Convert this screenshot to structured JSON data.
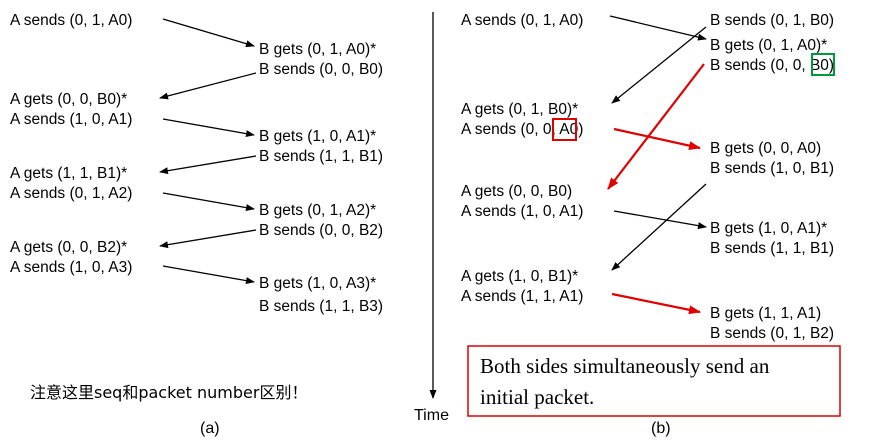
{
  "panel_a": {
    "caption": "(a)",
    "note": "注意这里seq和packet number区别！",
    "labels": {
      "a1": "A sends (0, 1, A0)",
      "b1": "B gets (0, 1, A0)*",
      "b2": "B sends (0, 0, B0)",
      "a2": "A gets (0, 0, B0)*",
      "a3": "A sends (1, 0, A1)",
      "b3": "B gets (1, 0, A1)*",
      "b4": "B sends (1, 1, B1)",
      "a4": "A gets (1, 1, B1)*",
      "a5": "A sends (0, 1, A2)",
      "b5": "B gets (0, 1, A2)*",
      "b6": "B sends (0, 0, B2)",
      "a6": "A gets (0, 0, B2)*",
      "a7": "A sends (1, 0, A3)",
      "b7": "B gets (1, 0, A3)*",
      "b8": "B sends (1, 1, B3)"
    }
  },
  "time_axis": {
    "label": "Time"
  },
  "panel_b": {
    "caption": "(b)",
    "callout": [
      "Both sides simultaneously send an",
      "initial packet."
    ],
    "labels": {
      "a1": "A sends (0, 1, A0)",
      "b1": "B sends (0, 1, B0)",
      "b2": "B gets (0, 1, A0)*",
      "b3": "B sends (0, 0, B0)",
      "a2": "A gets (0, 1, B0)*",
      "a3": "A sends (0, 0, A0)",
      "b4": "B gets (0, 0, A0)",
      "b5": "B sends (1, 0, B1)",
      "a4": "A gets (0, 0, B0)",
      "a5": "A sends (1, 0, A1)",
      "b6": "B gets (1, 0, A1)*",
      "b7": "B sends (1, 1, B1)",
      "a6": "A gets (1, 0, B1)*",
      "a7": "A sends (1, 1, A1)",
      "b8": "B gets (1, 1, A1)",
      "b9": "B sends (0, 1, B2)"
    },
    "highlights": {
      "red_box_color": "#e00000",
      "green_box_color": "#009a3a",
      "red_arrow_color": "#e00000"
    }
  }
}
